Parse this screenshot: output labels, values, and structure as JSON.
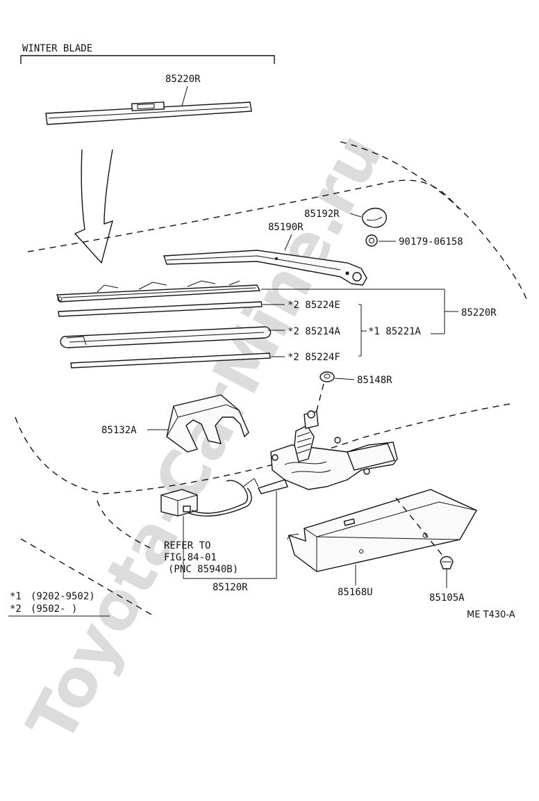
{
  "watermark": "Toyota-CarMine.ru",
  "winter_blade_label": "WINTER BLADE",
  "figure_ref": "ME T430-A",
  "labels": {
    "p85220R_top": "85220R",
    "p85192R": "85192R",
    "p85190R": "85190R",
    "p90179": "90179-06158",
    "p85224E": "*2 85224E",
    "p85214A": "*2 85214A",
    "p85221A": "*1 85221A",
    "p85220R_right": "85220R",
    "p85224F": "*2 85224F",
    "p85148R": "85148R",
    "p85132A": "85132A",
    "refer_line1": "REFER TO",
    "refer_line2": "FIG.84-01",
    "refer_line3": "(PNC 85940B)",
    "p85120R": "85120R",
    "p85168U": "85168U",
    "p85105A": "85105A"
  },
  "legend": [
    {
      "mark": "*1",
      "range": "(9202-9502)"
    },
    {
      "mark": "*2",
      "range": "(9502-     )"
    }
  ],
  "colors": {
    "line": "#111111",
    "watermark": "#dcdcdc",
    "background": "#ffffff"
  }
}
